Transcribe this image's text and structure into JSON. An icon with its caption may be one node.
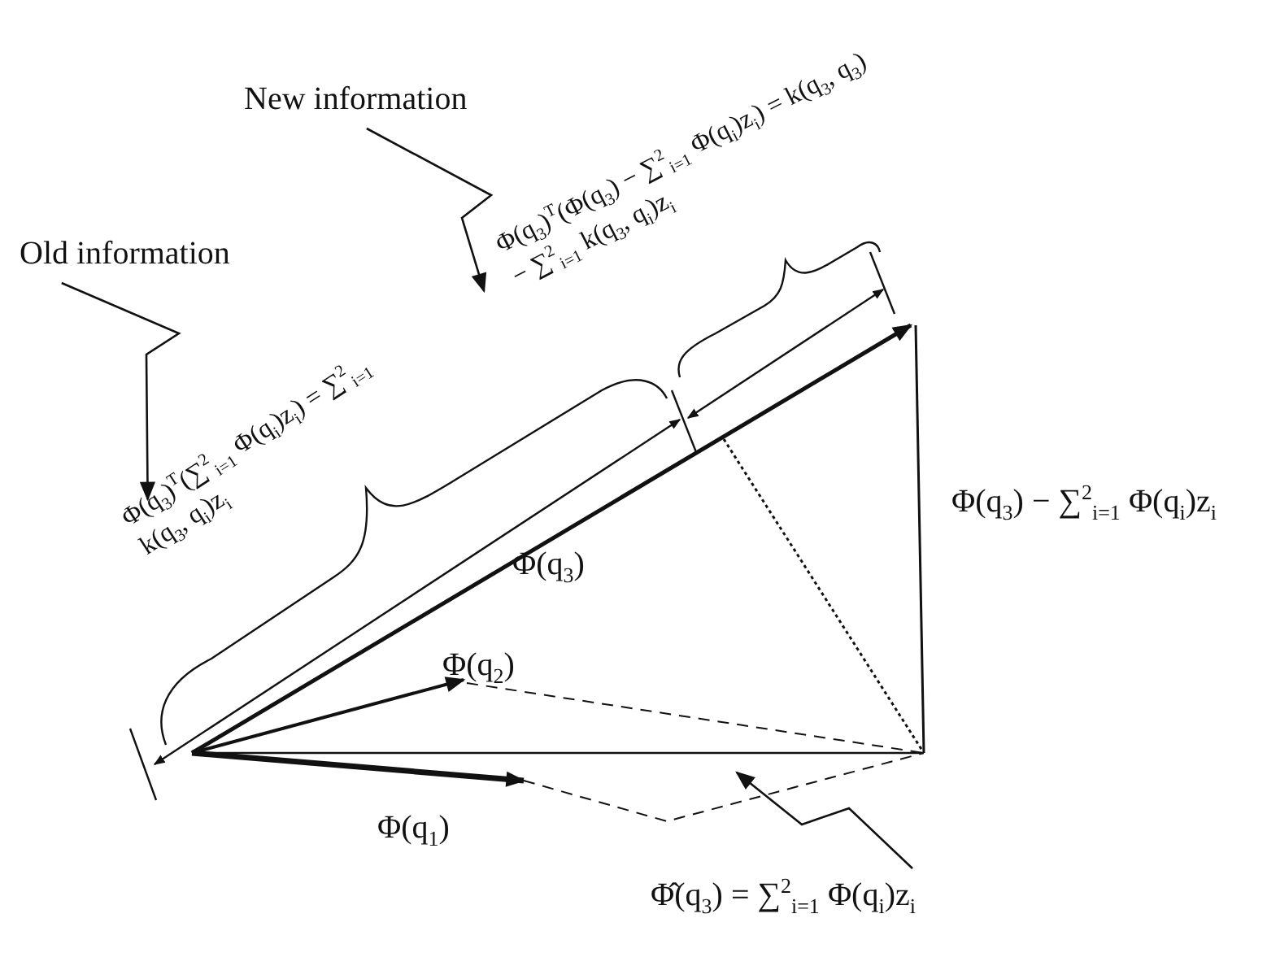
{
  "diagram": {
    "nodes": [
      {
        "text": [
          "New information"
        ]
      },
      {
        "text": [
          "Φ(q$_{3}$)$^{T}$(Φ(q$_{3}$) − ∑$^{2}$$_{i=1}$ Φ(q$_{i}$)z$_{i}$) = k(q$_{3}$, q$_{3}$) − ∑$^{2}$$_{i=1}$ k(q$_{3}$, q$_{i}$)z$_{i}$"
        ]
      },
      {
        "text": [
          "Old information"
        ]
      },
      {
        "text": [
          "Φ(q$_{3}$)$^{T}$(∑$^{2}$$_{i=1}$ Φ(q$_{i}$)z$_{i}$) = ∑$^{2}$$_{i=1}$ k(q$_{3}$, q$_{i}$)z$_{i}$"
        ]
      },
      {
        "text": [
          "Φ̂(q$_{3}$) = ∑$^{2}$$_{i=1}$ Φ(q$_{i}$)z$_{i}$"
        ]
      }
    ],
    "edges": [
      {
        "from": 0,
        "to": 1,
        "arrow": "to"
      },
      {
        "from": 2,
        "to": 3,
        "arrow": "to"
      },
      {
        "from": 4,
        "to": null,
        "arrow": "to"
      }
    ],
    "labels": [
      "Φ(q$_{3}$)",
      "Φ(q$_{3}$) − ∑$^{2}$$_{i=1}$ Φ(q$_{i}$)z$_{i}$",
      "Φ(q$_{2}$)",
      "Φ(q$_{1}$)"
    ]
  }
}
